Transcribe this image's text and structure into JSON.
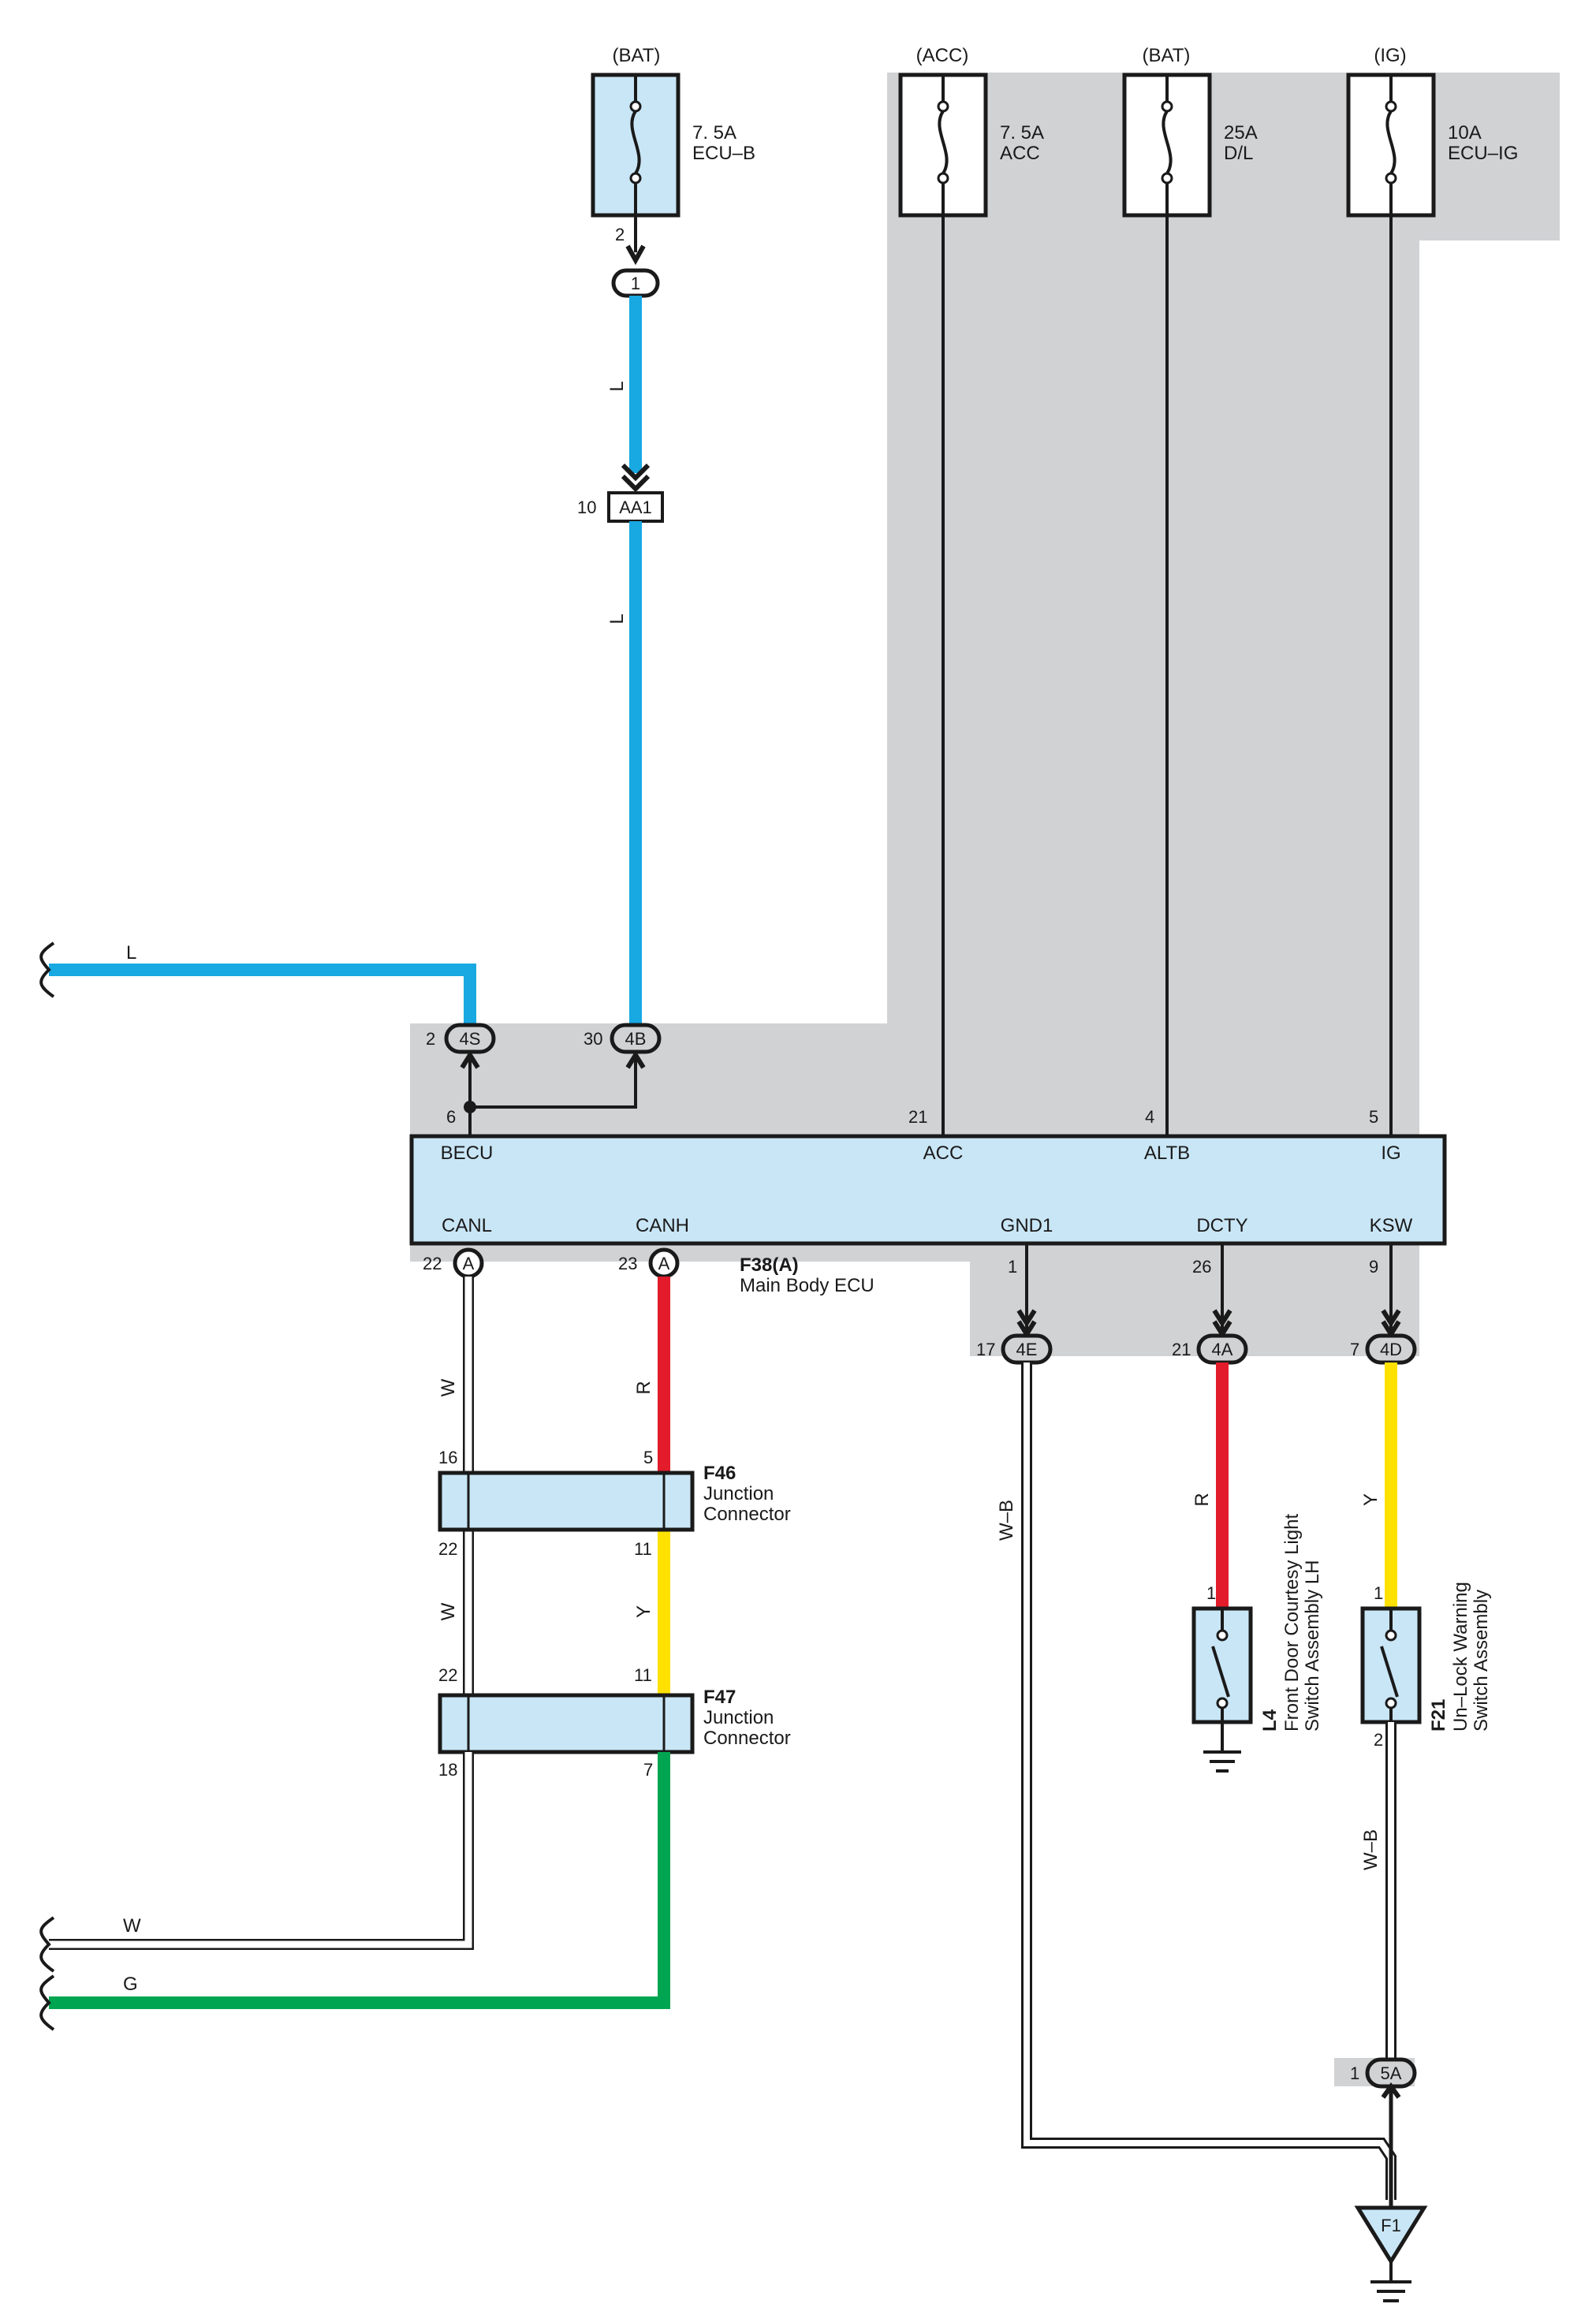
{
  "colors": {
    "shaded_area": "#d1d2d4",
    "component_fill": "#c9e6f6",
    "wire_L": "#18a8e2",
    "wire_R": "#e21c2a",
    "wire_Y": "#ffe100",
    "wire_G": "#00a551",
    "wire_W": "#ffffff",
    "outline": "#1a1a1a"
  },
  "fuses": {
    "ecu_b": {
      "supply": "(BAT)",
      "rating": "7. 5A",
      "name": "ECU–B",
      "pin_out": "2"
    },
    "acc": {
      "supply": "(ACC)",
      "rating": "7. 5A",
      "name": "ACC"
    },
    "dl": {
      "supply": "(BAT)",
      "rating": "25A",
      "name": "D/L"
    },
    "ecu_ig": {
      "supply": "(IG)",
      "rating": "10A",
      "name": "ECU–IG"
    }
  },
  "connectors": {
    "c1": {
      "label": "1"
    },
    "aa1": {
      "label": "AA1",
      "pin": "10"
    },
    "c4s": {
      "label": "4S",
      "pin": "2"
    },
    "c4b": {
      "label": "4B",
      "pin": "30"
    },
    "canl_a": {
      "label": "A",
      "pin": "22"
    },
    "canh_a": {
      "label": "A",
      "pin": "23"
    },
    "c4e": {
      "label": "4E",
      "pin": "17"
    },
    "c4a": {
      "label": "4A",
      "pin": "21"
    },
    "c4d": {
      "label": "4D",
      "pin": "7"
    },
    "c5a": {
      "label": "5A",
      "pin": "1"
    },
    "f1": {
      "label": "F1"
    }
  },
  "ecu": {
    "id": "F38(A)",
    "name": "Main Body ECU",
    "top_terminals": [
      {
        "name": "BECU",
        "pin": "6"
      },
      {
        "name": "ACC",
        "pin": "21"
      },
      {
        "name": "ALTB",
        "pin": "4"
      },
      {
        "name": "IG",
        "pin": "5"
      }
    ],
    "bottom_terminals": [
      {
        "name": "CANL"
      },
      {
        "name": "CANH"
      },
      {
        "name": "GND1",
        "pin": "1"
      },
      {
        "name": "DCTY",
        "pin": "26"
      },
      {
        "name": "KSW",
        "pin": "9"
      }
    ]
  },
  "junctions": {
    "f46": {
      "id": "F46",
      "line1": "Junction",
      "line2": "Connector",
      "pin_tl": "16",
      "pin_tr": "5",
      "pin_bl": "22",
      "pin_br": "11"
    },
    "f47": {
      "id": "F47",
      "line1": "Junction",
      "line2": "Connector",
      "pin_tl": "22",
      "pin_tr": "11",
      "pin_bl": "18",
      "pin_br": "7"
    }
  },
  "switches": {
    "l4": {
      "id": "L4",
      "line1": "Front Door Courtesy Light",
      "line2": "Switch Assembly LH",
      "pin": "1"
    },
    "f21": {
      "id": "F21",
      "line1": "Un–Lock Warning",
      "line2": "Switch Assembly",
      "pin_top": "1",
      "pin_bottom": "2"
    }
  },
  "wire_labels": {
    "l_upper": "L",
    "l_lower": "L",
    "l_left": "L",
    "canl_upper": "W",
    "canl_lower": "W",
    "canh_upper": "R",
    "canh_lower": "Y",
    "left_w": "W",
    "left_g": "G",
    "gnd1": "W–B",
    "dcty": "R",
    "ksw": "Y",
    "f21_gnd": "W–B"
  }
}
